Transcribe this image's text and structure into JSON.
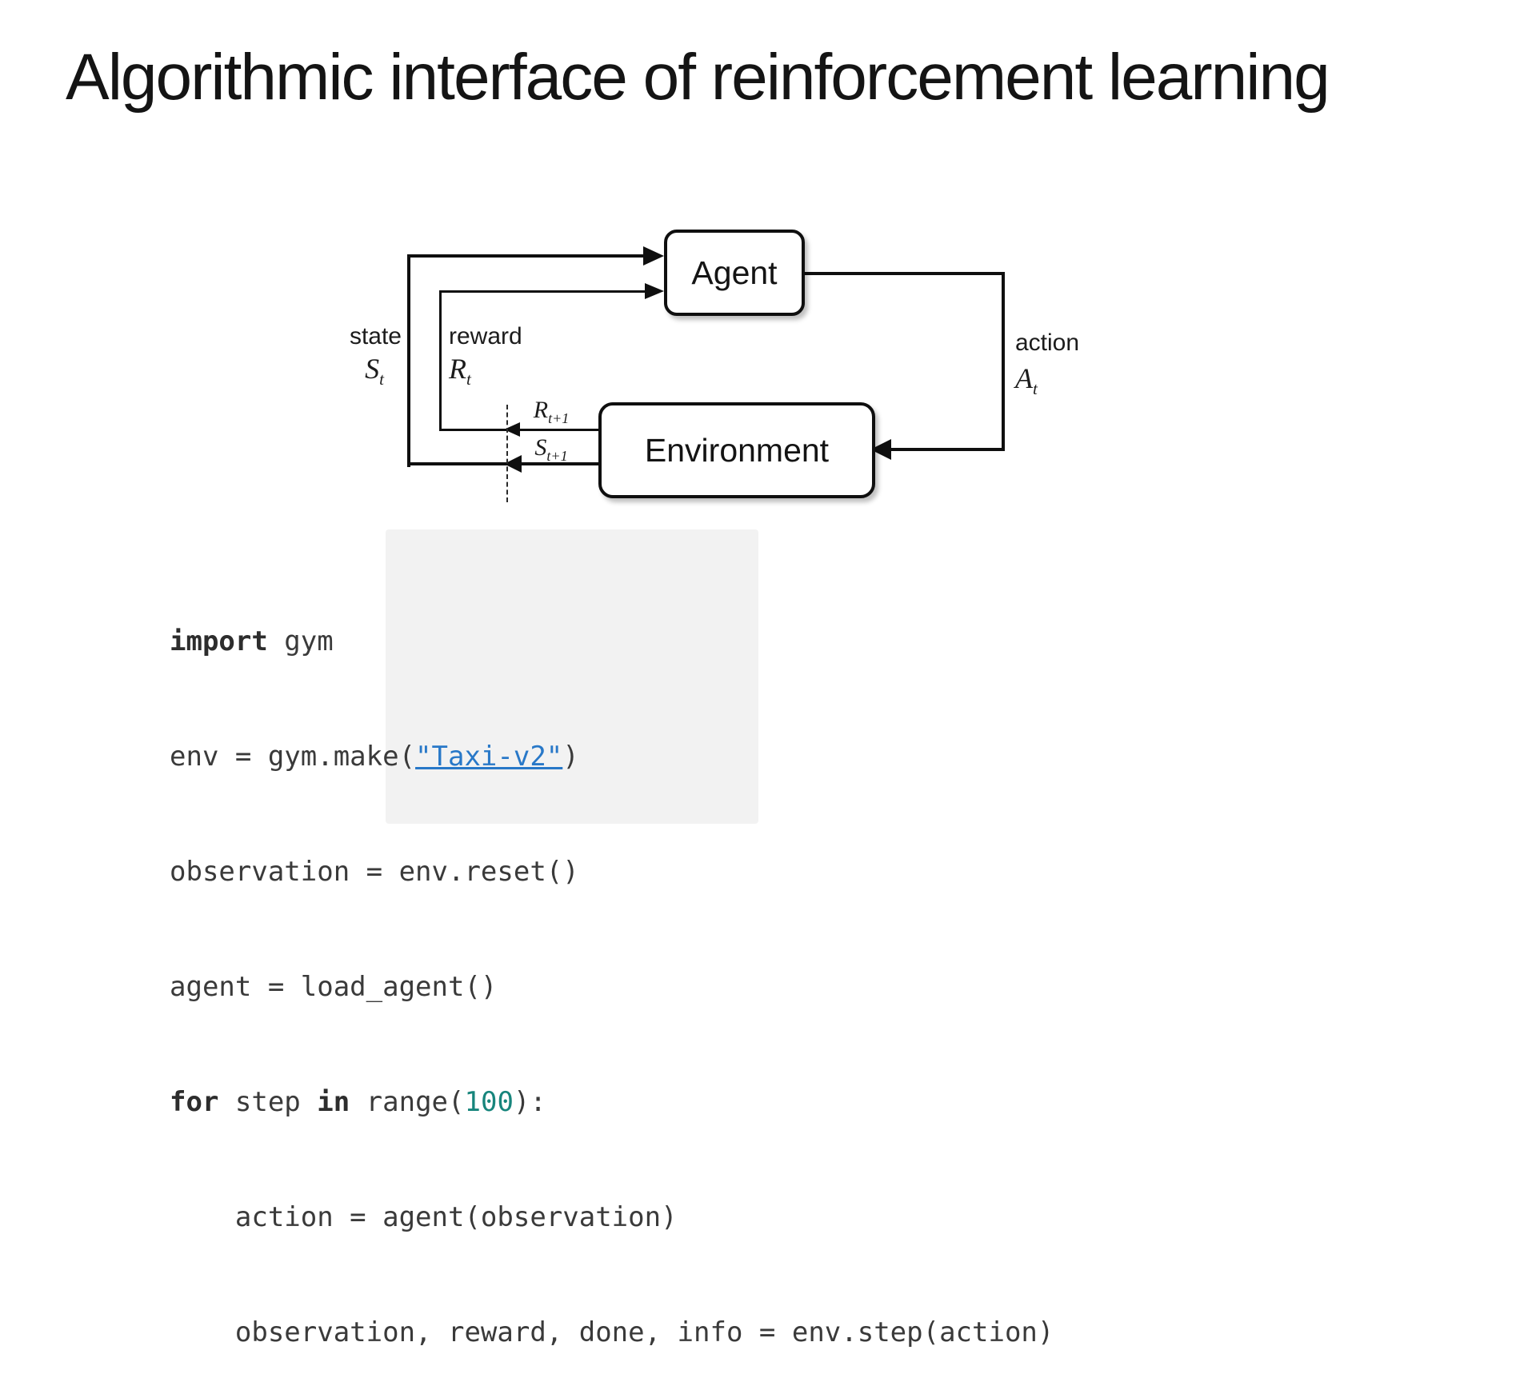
{
  "slide": {
    "title": "Algorithmic interface of reinforcement learning"
  },
  "diagram": {
    "agent_label": "Agent",
    "environment_label": "Environment",
    "state": {
      "label": "state",
      "symbol_base": "S",
      "symbol_sub": "t"
    },
    "reward": {
      "label": "reward",
      "symbol_base": "R",
      "symbol_sub": "t"
    },
    "action": {
      "label": "action",
      "symbol_base": "A",
      "symbol_sub": "t"
    },
    "reward_next": {
      "symbol_base": "R",
      "symbol_sub": "t+1"
    },
    "state_next": {
      "symbol_base": "S",
      "symbol_sub": "t+1"
    }
  },
  "code": {
    "line1": {
      "keyword": "import",
      "rest": " gym"
    },
    "line2": {
      "pre": "env = gym.make(",
      "link": "\"Taxi-v2\"",
      "post": ")"
    },
    "line3": {
      "text": "observation = env.reset()"
    },
    "line4": {
      "text": "agent = load_agent()"
    },
    "line5": {
      "keyword_for": "for",
      "mid1": " step ",
      "keyword_in": "in",
      "mid2": " range(",
      "number": "100",
      "post": "):"
    },
    "line6": {
      "text": "    action = agent(observation)"
    },
    "line7": {
      "text": "    observation, reward, done, info = env.step(action)"
    }
  },
  "colors": {
    "link_blue": "#2878c8",
    "number_teal": "#17857c",
    "diagram_line": "#0f0f0f",
    "code_text": "#3a3a3a",
    "title_text": "#141414"
  }
}
